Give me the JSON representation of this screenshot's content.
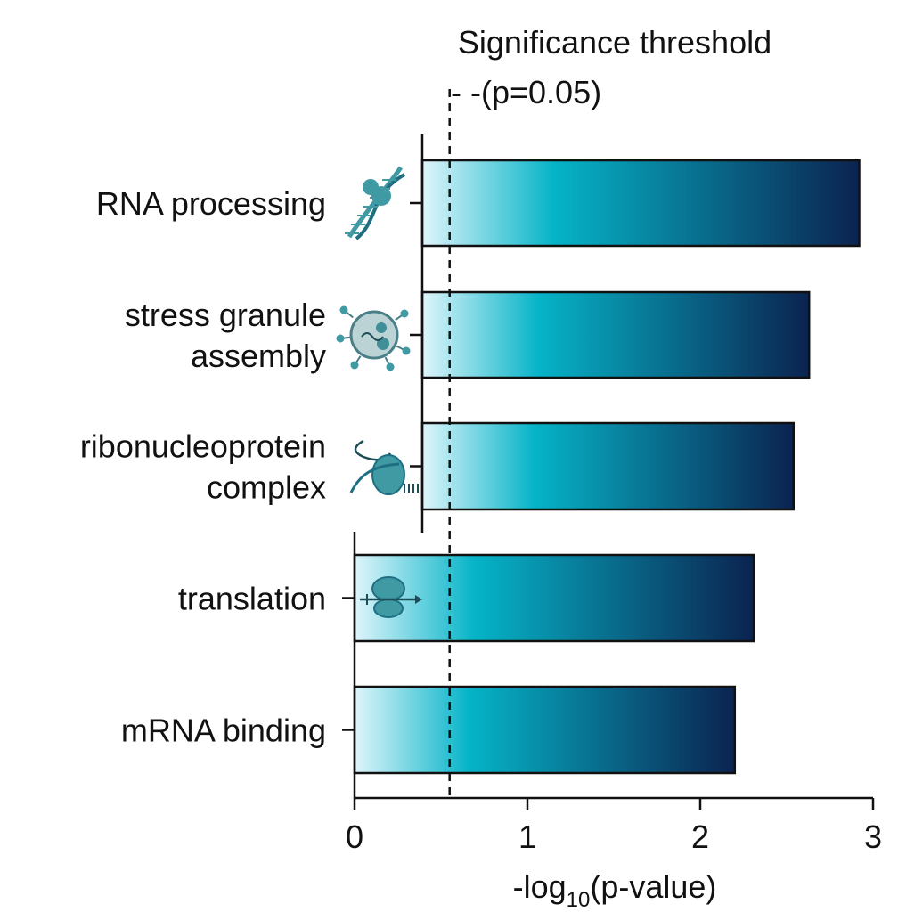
{
  "chart_data": {
    "type": "bar",
    "orientation": "horizontal",
    "categories": [
      [
        "RNA processing"
      ],
      [
        "stress granule",
        "assembly"
      ],
      [
        "ribonucleoprotein",
        "complex"
      ],
      [
        "translation"
      ],
      [
        "mRNA binding"
      ]
    ],
    "values": [
      2.92,
      2.63,
      2.54,
      2.31,
      2.2
    ],
    "xlabel": "-log",
    "xlabel_subscript": "10",
    "xlabel_suffix": "(p-value)",
    "xlim": [
      0,
      3
    ],
    "xticks": [
      "0",
      "1",
      "2",
      "3"
    ],
    "grid": false,
    "threshold": {
      "value": 0.55,
      "label_line1": "Significance threshold",
      "label_line2": "(p=0.05)",
      "dash_marker": "- -"
    },
    "icons": [
      "dna-helix-icon",
      "stress-granule-icon",
      "ribonucleoprotein-icon",
      "ribosome-icon",
      ""
    ],
    "colors": {
      "bar_start": "#dff5fb",
      "bar_mid": "#06b4c8",
      "bar_end": "#0b2350",
      "icon": "#3f9aa4",
      "axis": "#111111"
    }
  }
}
